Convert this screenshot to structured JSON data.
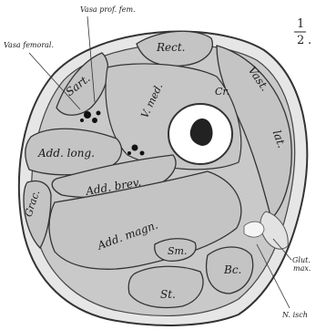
{
  "scale": {
    "numerator": "1",
    "denominator": "2",
    "suffix": "."
  },
  "labels": {
    "vasa_prof_fem": "Vasa prof. fem.",
    "vasa_femoral": "Vasa femoral.",
    "rect": "Rect.",
    "sart": "Sart.",
    "vast_med": "V. med.",
    "cr": "Cr.",
    "vast": "Vast.",
    "lat": "lat.",
    "add_long": "Add. long.",
    "add_brev": "Add. brev.",
    "grac": "Grac.",
    "add_magn": "Add. magn.",
    "sm": "Sm.",
    "bc": "Bc.",
    "st": "St.",
    "glut_max_1": "Glut.",
    "glut_max_2": "max.",
    "n_isch": "N. isch"
  },
  "colors": {
    "muscle": "#c9c9c9",
    "fascia": "#e6e6e6",
    "outline": "#333333",
    "marrow": "#222222",
    "bone": "#ffffff"
  }
}
